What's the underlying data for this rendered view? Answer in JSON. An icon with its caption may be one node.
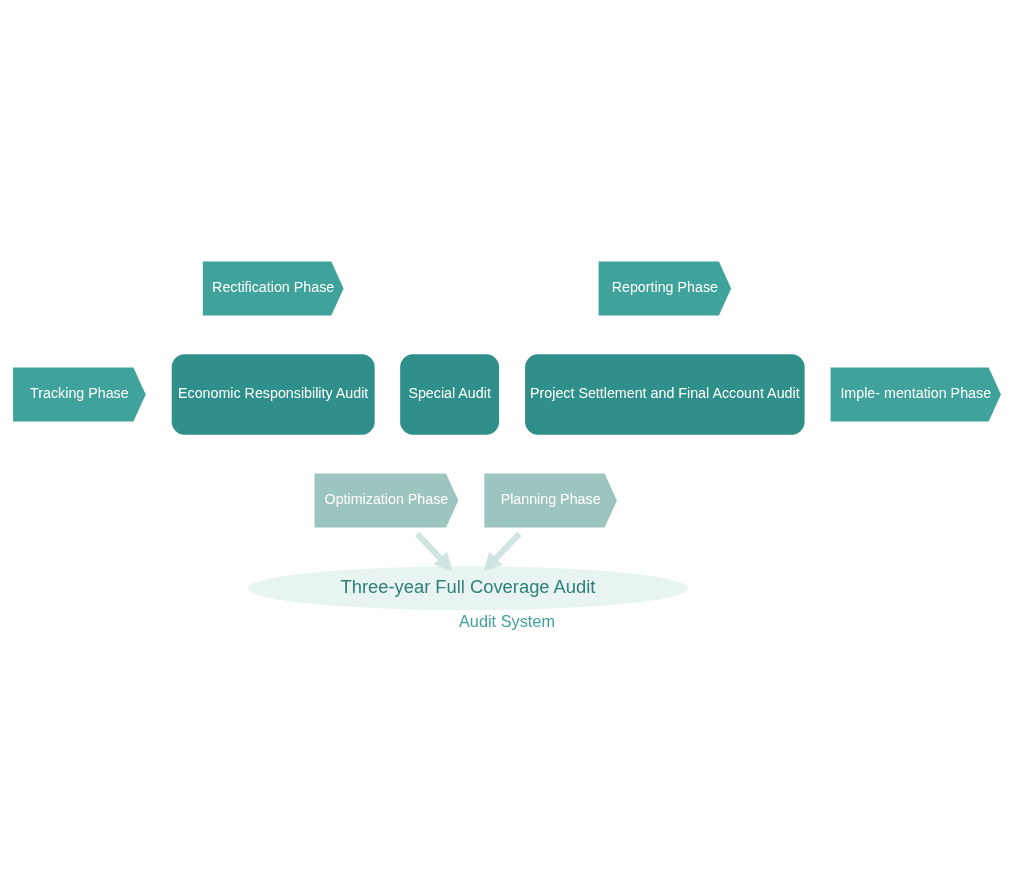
{
  "diagram": {
    "caption": "Audit System",
    "nodes": [
      {
        "text": [
          "Rectification Phase"
        ]
      },
      {
        "text": [
          "Reporting Phase"
        ]
      },
      {
        "text": [
          "Tracking Phase"
        ]
      },
      {
        "text": [
          "Economic Responsibility Audit"
        ]
      },
      {
        "text": [
          "Special Audit"
        ]
      },
      {
        "text": [
          "Project Settlement and Final Account Audit"
        ]
      },
      {
        "text": [
          "Imple- mentation Phase"
        ]
      },
      {
        "text": [
          "Optimization Phase"
        ]
      },
      {
        "text": [
          "Planning Phase"
        ]
      },
      {
        "text": [
          "Three-year Full Coverage Audit"
        ]
      }
    ],
    "edges": [
      {
        "from": 7,
        "to": 9,
        "arrow": "to"
      },
      {
        "from": 8,
        "to": 9,
        "arrow": "to"
      }
    ]
  }
}
